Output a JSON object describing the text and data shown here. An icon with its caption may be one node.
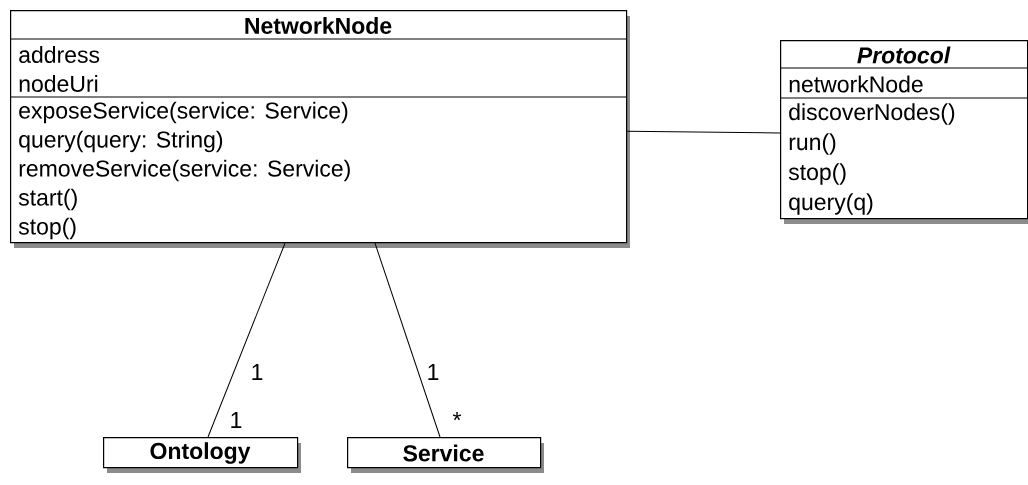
{
  "diagram": {
    "nodes": [
      {
        "text": [
          "NetworkNode",
          "address",
          "nodeUri",
          "exposeService(service: Service)",
          "query(query: String)",
          "removeService(service: Service)",
          "start()",
          "stop()"
        ]
      },
      {
        "text": [
          "Protocol",
          "networkNode",
          "discoverNodes()",
          "run()",
          "stop()",
          "query(q)"
        ]
      },
      {
        "text": [
          "Ontology"
        ]
      },
      {
        "text": [
          "Service"
        ]
      }
    ],
    "edges": [
      {
        "from": 0,
        "to": 1,
        "arrow": "none"
      },
      {
        "from": 0,
        "to": 2,
        "arrow": "none"
      },
      {
        "from": 0,
        "to": 3,
        "arrow": "none"
      }
    ],
    "labels": [
      "1",
      "1",
      "1",
      "*"
    ]
  }
}
